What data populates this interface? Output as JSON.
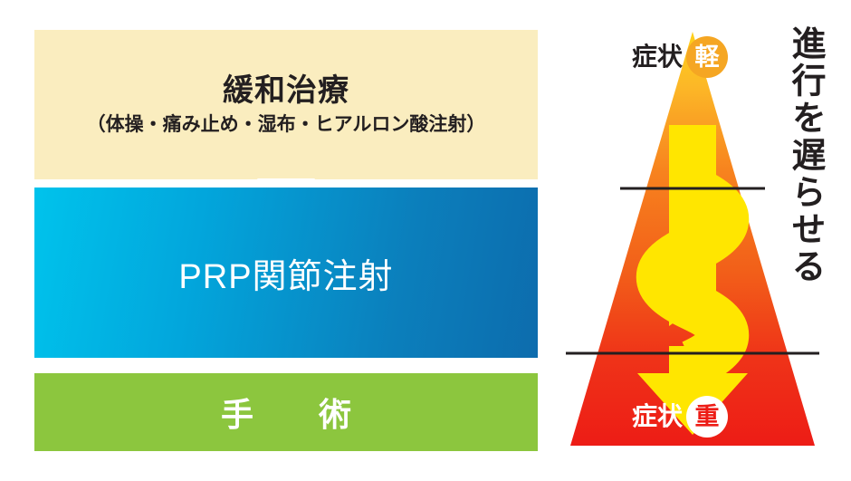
{
  "left_panel": {
    "boxes": [
      {
        "id": "palliative",
        "title": "緩和治療",
        "subtitle": "（体操・痛み止め・湿布・ヒアルロン酸注射）",
        "color": "#faedbf",
        "text_color": "#231f20"
      },
      {
        "id": "prp",
        "title": "PRP関節注射",
        "color_start": "#00c3ec",
        "color_end": "#0d6cad",
        "text_color": "#ffffff"
      },
      {
        "id": "surgery",
        "title": "手　術",
        "color": "#8cc63e",
        "text_color": "#ffffff"
      }
    ],
    "notch_icon": "down-chevron-notch"
  },
  "right_panel": {
    "triangle": {
      "color_apex": "#ffd11a",
      "color_upper": "#fbb03b",
      "color_mid": "#f36f21",
      "color_base": "#ed1c16"
    },
    "arrow": {
      "color": "#ffe600",
      "icon": "zigzag-down-arrow"
    },
    "divider_lines": 2,
    "labels": {
      "mild": {
        "text": "症状",
        "badge": "軽",
        "badge_color": "#f5a623",
        "badge_text_color": "#ffffff",
        "text_color": "#231f20"
      },
      "severe": {
        "text": "症状",
        "badge": "重",
        "badge_color": "#ffffff",
        "badge_text_color": "#ed1c16",
        "text_color": "#ffffff"
      }
    },
    "caption": "進行を遅らせる",
    "caption_color": "#231f20"
  }
}
